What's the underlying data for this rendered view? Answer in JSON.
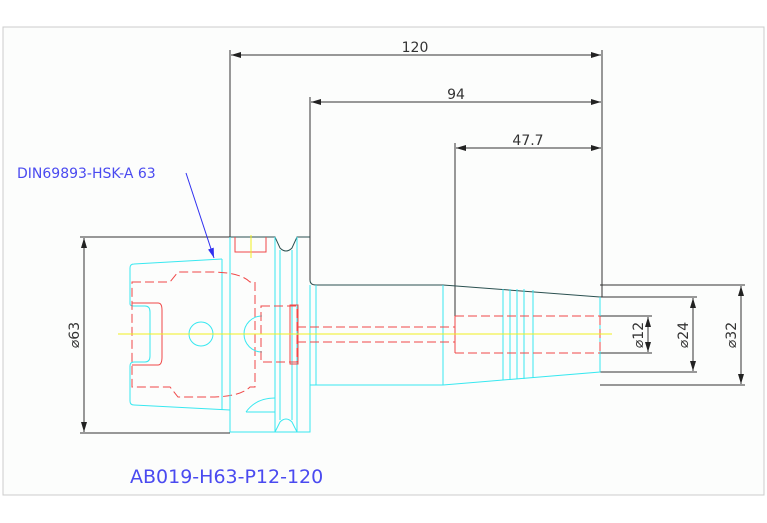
{
  "drawing": {
    "part_number": "AB019-H63-P12-120",
    "interface_label": "DIN69893-HSK-A 63",
    "dimensions": {
      "overall_length": "120",
      "shank_length": "94",
      "bore_depth": "47.7",
      "flange_diameter": "⌀63",
      "bore_diameter": "⌀12",
      "nose_diameter": "⌀24",
      "shank_diameter": "⌀32"
    },
    "colors": {
      "outline": "#38e8f0",
      "hidden": "#f04848",
      "center": "#f0f020",
      "dimension": "#333333",
      "label": "#4a4af0"
    }
  }
}
